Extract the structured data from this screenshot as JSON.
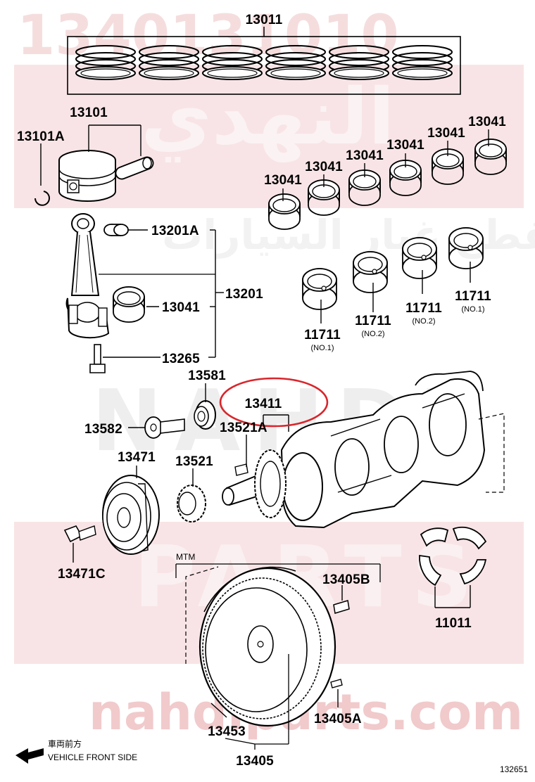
{
  "watermark": {
    "part_number": "1340131010",
    "arabic_line1": "النهدي",
    "arabic_line2": "لقطع غيار السيارات",
    "latin_line1": "NAHDI",
    "latin_line2": "PARTS",
    "url": "nahdiparts.com"
  },
  "labels": {
    "piston_ring_set": "13011",
    "piston": "13101",
    "snap_ring": "13101A",
    "conrod_bushing": "13201A",
    "conrod_assy": "13201",
    "conrod_bearing": "13041",
    "conrod_bolt": "13265",
    "main_bearing_1": "13041",
    "main_bearing_2": "13041",
    "main_bearing_3": "13041",
    "main_bearing_4": "13041",
    "main_bearing_5": "13041",
    "main_bearing_6": "13041",
    "thrust_1": "11711",
    "thrust_1_note": "(NO.1)",
    "thrust_2": "11711",
    "thrust_2_note": "(NO.2)",
    "thrust_3": "11711",
    "thrust_3_note": "(NO.2)",
    "thrust_4": "11711",
    "thrust_4_note": "(NO.1)",
    "crankshaft": "13411",
    "key": "13521A",
    "washer": "13581",
    "pulley_bolt": "13582",
    "pulley": "13471",
    "pulley_bolt2": "13471C",
    "timing_gear": "13521",
    "thrust_washer_set": "11011",
    "flywheel_group": "MTM",
    "flywheel_bolt": "13405B",
    "flywheel": "13453",
    "dowel_pin": "13405A",
    "flywheel_assy": "13405"
  },
  "direction": {
    "japanese": "車両前方",
    "english": "VEHICLE FRONT SIDE"
  },
  "figure_number": "132651",
  "highlight_color": "#d8262c"
}
